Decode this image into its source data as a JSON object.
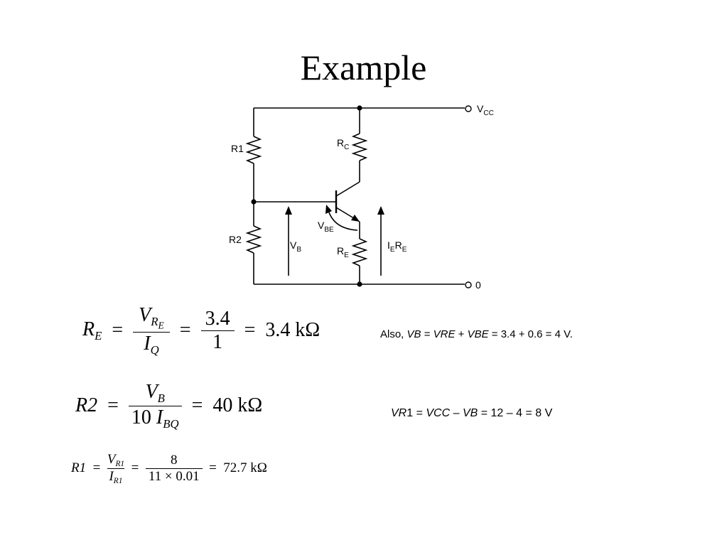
{
  "slide": {
    "title": "Example"
  },
  "circuit": {
    "labels": {
      "vcc_main": "V",
      "vcc_sub": "CC",
      "ground": "0",
      "r1": "R1",
      "r2": "R2",
      "rc_main": "R",
      "rc_sub": "C",
      "re_main": "R",
      "re_sub": "E",
      "vb_main": "V",
      "vb_sub": "B",
      "vbe_main": "V",
      "vbe_sub": "BE",
      "iere_1": "I",
      "iere_1sub": "E",
      "iere_2": "R",
      "iere_2sub": "E"
    }
  },
  "equations": {
    "re": {
      "lhs": "R",
      "lhs_sub": "E",
      "num": "V",
      "num_sub": "R",
      "num_subsub": "E",
      "den": "I",
      "den_sub": "Q",
      "num2": "3.4",
      "den2": "1",
      "result": "3.4 kΩ"
    },
    "r2": {
      "lhs": "R2",
      "num": "V",
      "num_sub": "B",
      "den_pre": "10 ",
      "den": "I",
      "den_sub": "BQ",
      "result": "40 kΩ"
    },
    "r1": {
      "lhs": "R1",
      "num": "V",
      "num_sub": "R1",
      "den": "I",
      "den_sub": "R1",
      "num2": "8",
      "den2": "11 × 0.01",
      "result": "72.7 kΩ"
    }
  },
  "notes": {
    "also": {
      "prefix": "Also, ",
      "vb": "VB",
      "eq1": " = ",
      "vre": "VRE",
      "plus": " + ",
      "vbe": "VBE",
      "rest": " = 3.4 + 0.6 = 4 V."
    },
    "vr1": {
      "vr": "VR",
      "one": "1",
      "eq1": " = ",
      "vcc": "VCC",
      "minus": " – ",
      "vb": "VB",
      "rest": " = 12 – 4 = 8 V"
    }
  }
}
